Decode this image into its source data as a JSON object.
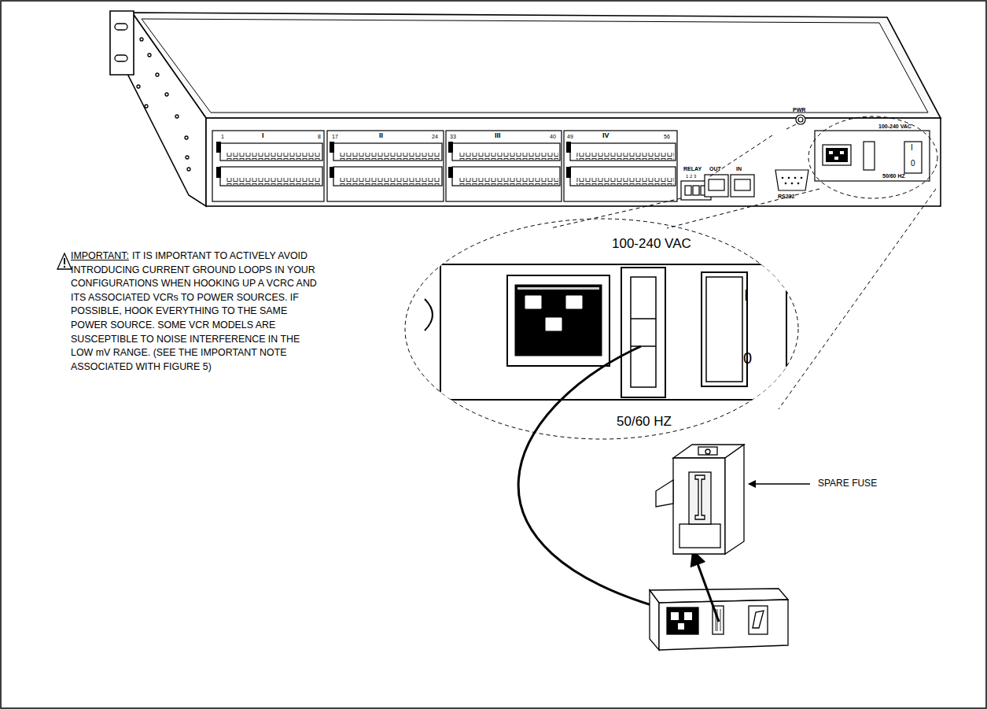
{
  "diagram": {
    "labels": [
      "1",
      "I",
      "8",
      "17",
      "II",
      "24",
      "33",
      "III",
      "40",
      "49",
      "IV",
      "56",
      "RELAY",
      "1 2 3",
      "OUT",
      "IN",
      "PWR",
      "RS232",
      "100-240 VAC",
      "I",
      "0",
      "50/60 HZ",
      "100-240 VAC",
      "I",
      "0",
      "50/60 HZ",
      "IMPORTANT:",
      "IT IS IMPORTANT TO ACTIVELY AVOID INTRODUCING CURRENT GROUND LOOPS IN YOUR CONFIGURATIONS WHEN HOOKING UP A VCRC AND ITS ASSOCIATED VCRs TO POWER SOURCES. IF POSSIBLE, HOOK EVERYTHING TO THE SAME POWER SOURCE. SOME VCR MODELS ARE SUSCEPTIBLE TO NOISE INTERFERENCE IN THE LOW mV RANGE. (SEE THE IMPORTANT NOTE ASSOCIATED WITH FIGURE 5)",
      "SPARE FUSE"
    ]
  }
}
